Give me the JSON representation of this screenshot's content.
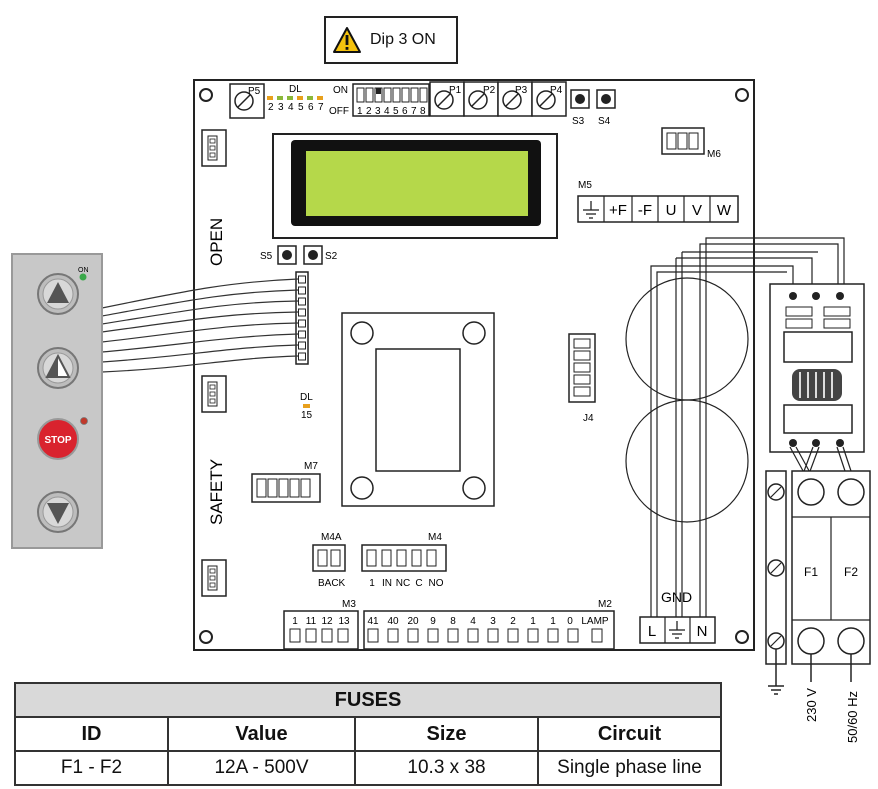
{
  "warning": {
    "icon": "warning-triangle-icon",
    "label": "Dip 3 ON"
  },
  "board": {
    "trimmers": [
      "P5",
      "P1",
      "P2",
      "P3",
      "P4"
    ],
    "dl": {
      "label": "DL",
      "numbers": [
        "2",
        "3",
        "4",
        "5",
        "6",
        "7"
      ]
    },
    "dip_main": {
      "on": "ON",
      "off": "OFF",
      "numbers": [
        "1",
        "2",
        "3",
        "4",
        "5",
        "6",
        "7",
        "8"
      ]
    },
    "buttons": [
      "S3",
      "S4",
      "S5",
      "S2"
    ],
    "m6": "M6",
    "m5": {
      "label": "M5",
      "terminals": [
        "+F",
        "-F",
        "U",
        "V",
        "W"
      ]
    },
    "side_labels": {
      "open": "OPEN",
      "safety": "SAFETY"
    },
    "dl15": {
      "label": "DL",
      "number": "15"
    },
    "j4": "J4",
    "m7": "M7",
    "m4a": {
      "label": "M4A",
      "sub": "BACK"
    },
    "m4": {
      "label": "M4",
      "terminals": [
        "1",
        "IN",
        "NC",
        "C",
        "NO"
      ]
    },
    "m3": {
      "label": "M3",
      "terminals": [
        "1",
        "11",
        "12",
        "13"
      ]
    },
    "m2": {
      "label": "M2",
      "terminals": [
        "41",
        "40",
        "20",
        "9",
        "8",
        "4",
        "3",
        "2",
        "1",
        "1",
        "0",
        "LAMP"
      ]
    },
    "power": {
      "gnd": "GND",
      "l": "L",
      "n": "N"
    }
  },
  "keypad": {
    "on": "ON",
    "stop": "STOP"
  },
  "fuse_holder": {
    "f1": "F1",
    "f2": "F2",
    "voltage": "230 V",
    "frequency": "50/60 Hz"
  },
  "fuses_table": {
    "title": "FUSES",
    "columns": [
      "ID",
      "Value",
      "Size",
      "Circuit"
    ],
    "rows": [
      [
        "F1 - F2",
        "12A - 500V",
        "10.3 x 38",
        "Single phase line"
      ]
    ]
  },
  "colors": {
    "lcd": "#b5d84a",
    "stop": "#d9232e",
    "led_green": "#3aa84a",
    "led_orange": "#e8a01c",
    "keypad": "#c8c8c8"
  }
}
